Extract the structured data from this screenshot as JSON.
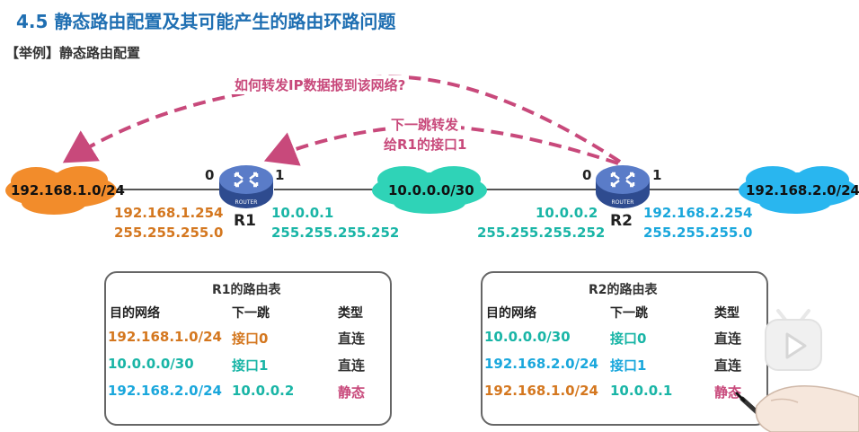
{
  "header": {
    "title": "4.5  静态路由配置及其可能产生的路由环路问题",
    "subtitle": "【举例】静态路由配置"
  },
  "annotations": {
    "question": "如何转发IP数据报到该网络?",
    "next_hop_line1": "下一跳转发",
    "next_hop_line2": "给R1的接口1"
  },
  "networks": {
    "left": "192.168.1.0/24",
    "middle": "10.0.0.0/30",
    "right": "192.168.2.0/24"
  },
  "routers": {
    "r1": {
      "name": "R1",
      "port0": "0",
      "port1": "1",
      "if0_ip": "192.168.1.254",
      "if0_mask": "255.255.255.0",
      "if1_ip": "10.0.0.1",
      "if1_mask": "255.255.255.252"
    },
    "r2": {
      "name": "R2",
      "port0": "0",
      "port1": "1",
      "if0_ip": "10.0.0.2",
      "if0_mask": "255.255.255.252",
      "if1_ip": "192.168.2.254",
      "if1_mask": "255.255.255.0"
    },
    "icon_text": "ROUTER"
  },
  "tables": {
    "headers": {
      "dest": "目的网络",
      "next": "下一跳",
      "type": "类型"
    },
    "r1": {
      "title": "R1的路由表",
      "rows": [
        {
          "dest": "192.168.1.0/24",
          "next": "接口0",
          "type": "直连"
        },
        {
          "dest": "10.0.0.0/30",
          "next": "接口1",
          "type": "直连"
        },
        {
          "dest": "192.168.2.0/24",
          "next": "10.0.0.2",
          "type": "静态"
        }
      ]
    },
    "r2": {
      "title": "R2的路由表",
      "rows": [
        {
          "dest": "10.0.0.0/30",
          "next": "接口0",
          "type": "直连"
        },
        {
          "dest": "192.168.2.0/24",
          "next": "接口1",
          "type": "直连"
        },
        {
          "dest": "192.168.1.0/24",
          "next": "10.0.0.1",
          "type": "静态"
        }
      ]
    }
  },
  "colors": {
    "title": "#1f6fb2",
    "orange_cloud": "#f28c2b",
    "teal_cloud": "#2fd3b7",
    "blue_cloud": "#29b6ef",
    "arrow": "#c8497b",
    "router": "#3d5ea8"
  }
}
